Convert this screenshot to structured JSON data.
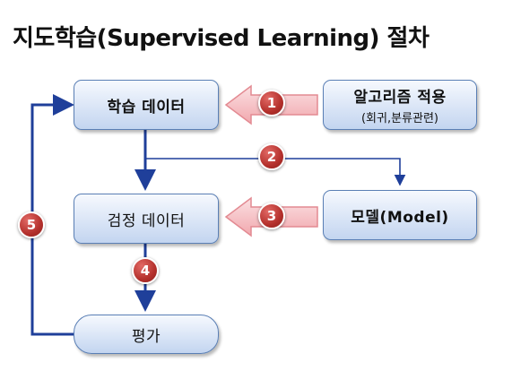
{
  "title": "지도학습(Supervised Learning) 절차",
  "nodes": {
    "training_data": "학습 데이터",
    "validation_data": "검정 데이터",
    "evaluation": "평가",
    "algorithm": "알고리즘 적용",
    "algorithm_sub": "(회귀,분류관련)",
    "model": "모델(Model)"
  },
  "steps": [
    "1",
    "2",
    "3",
    "4",
    "5"
  ],
  "colors": {
    "box_border": "#5a7fb5",
    "line": "#1f3f9a",
    "badge": "#b4302c",
    "pink_arrow": "#f4b4b8"
  }
}
